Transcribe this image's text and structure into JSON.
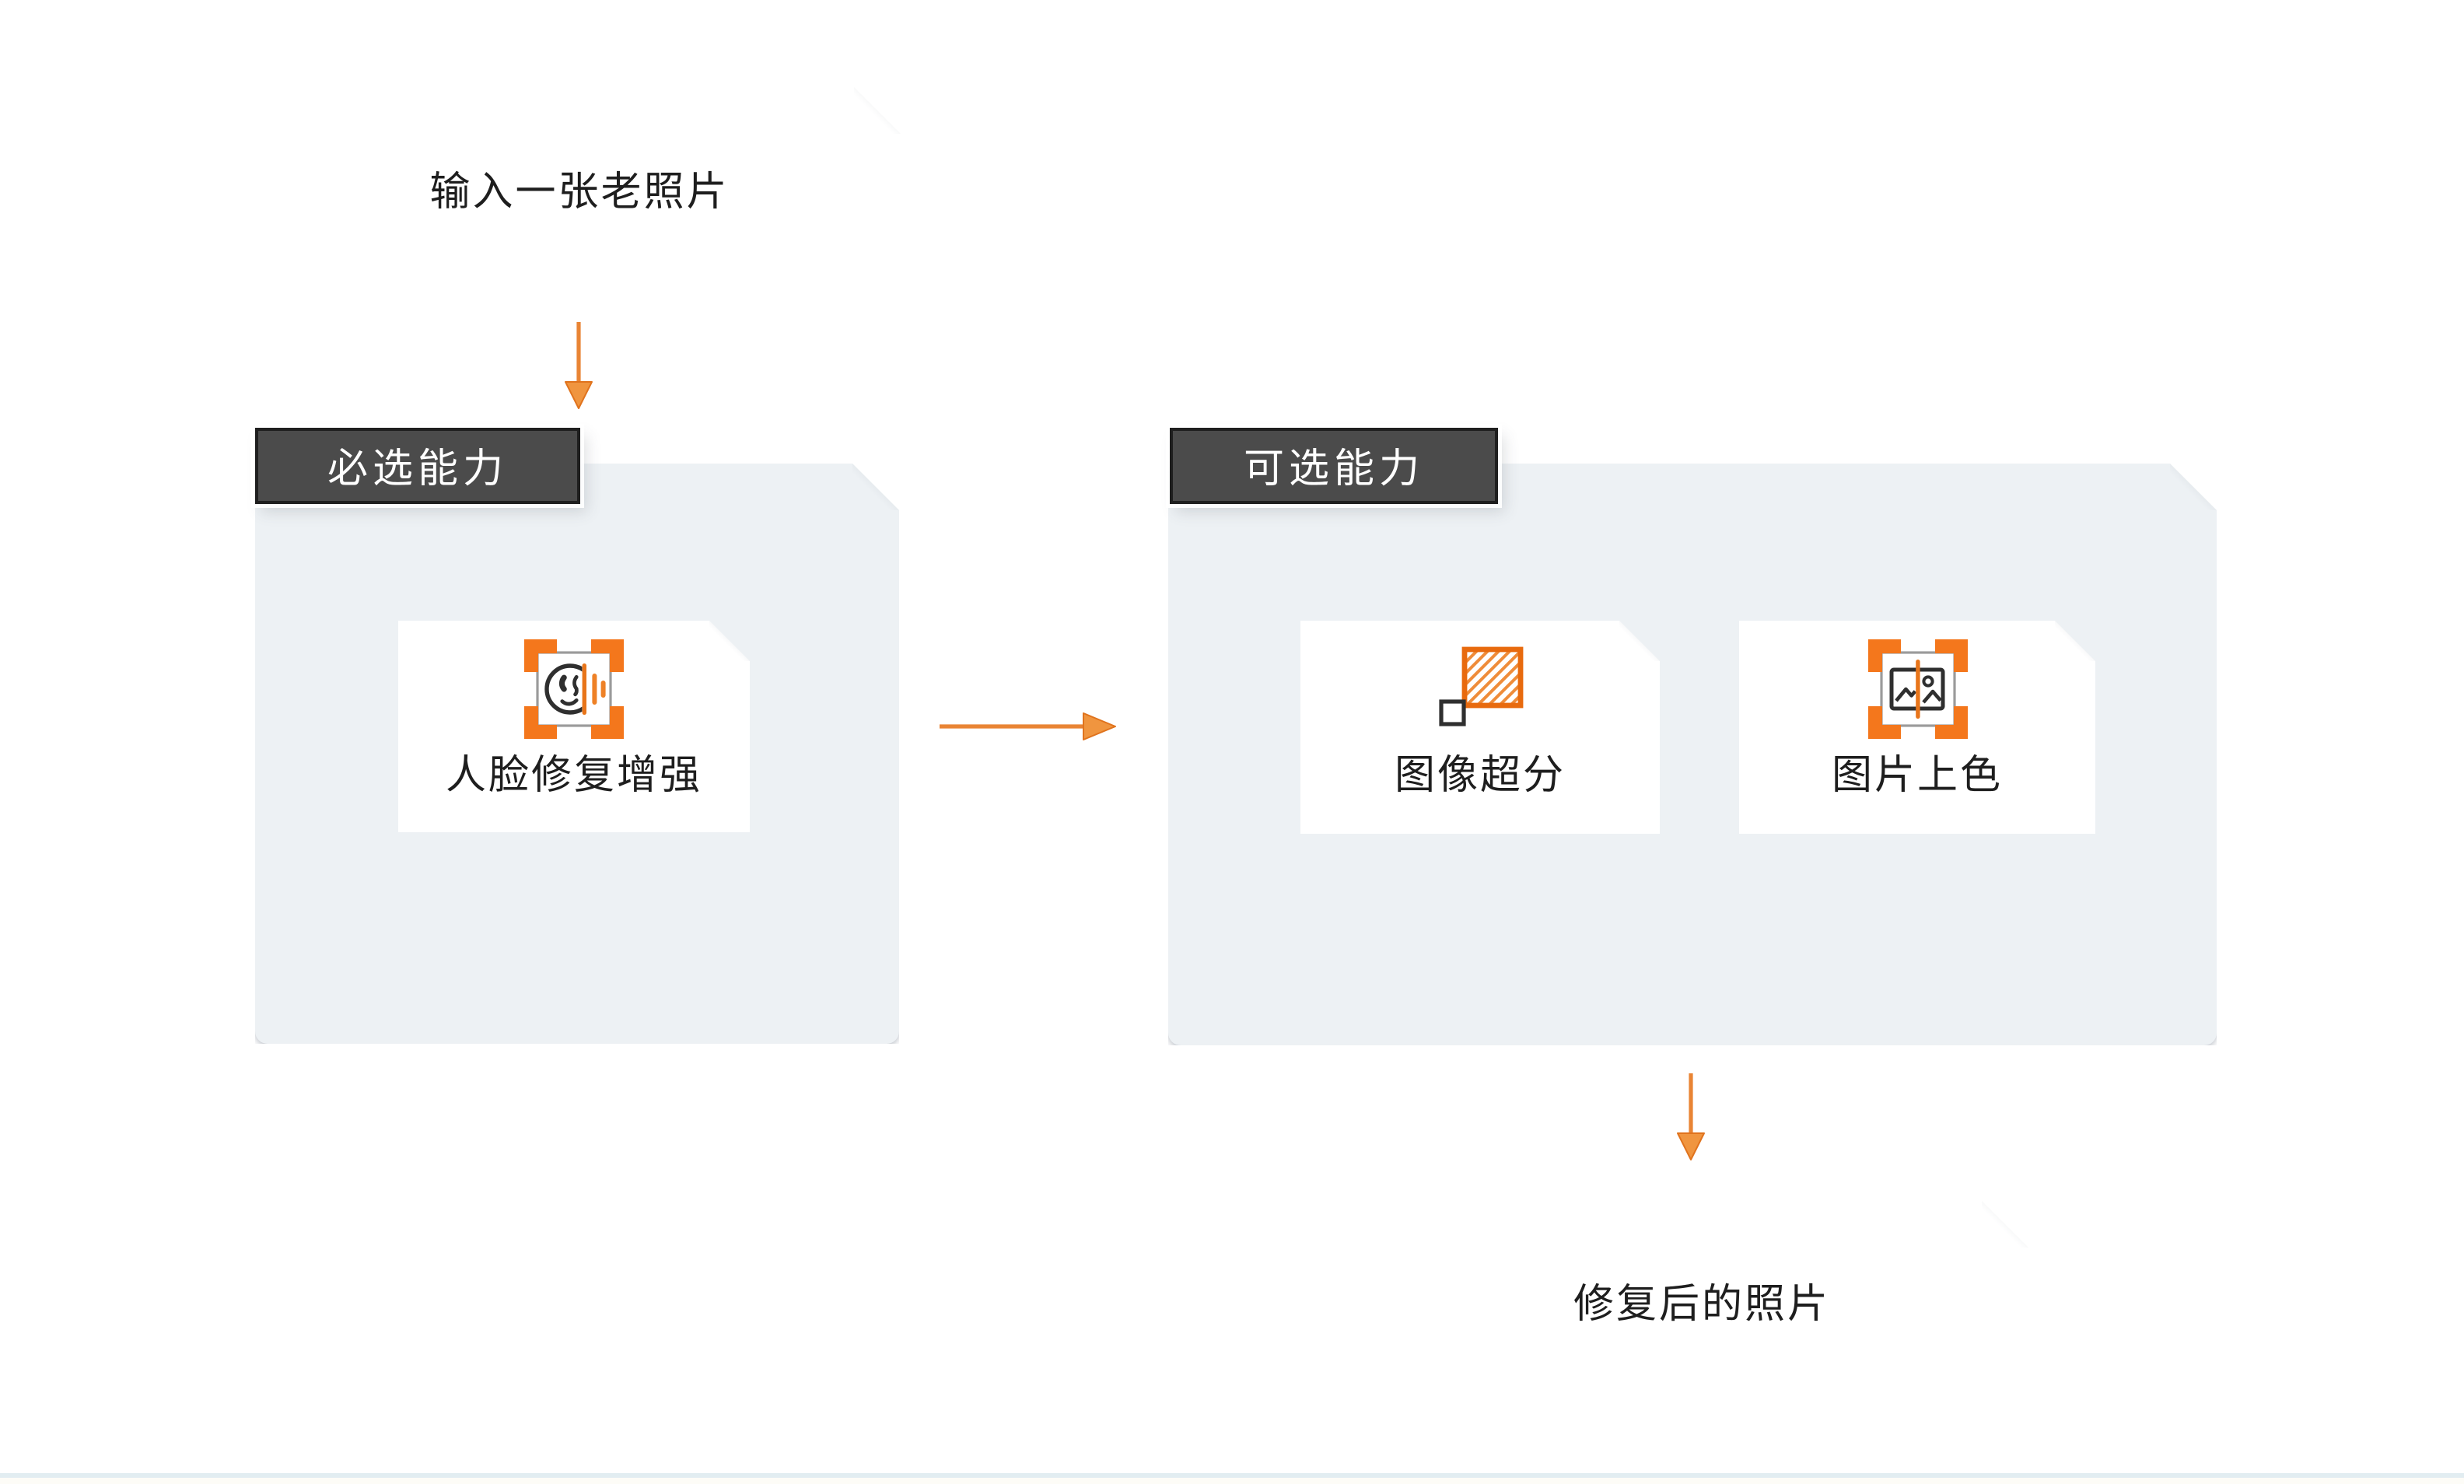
{
  "flow": {
    "input_card": {
      "label": "输入一张老照片"
    },
    "required_group": {
      "tag": "必选能力",
      "cards": [
        {
          "label": "人脸修复增强",
          "icon": "face-restore-icon"
        }
      ]
    },
    "optional_group": {
      "tag": "可选能力",
      "cards": [
        {
          "label": "图像超分",
          "icon": "super-resolution-icon"
        },
        {
          "label": "图片上色",
          "icon": "colorize-icon"
        }
      ]
    },
    "output_card": {
      "label": "修复后的照片"
    },
    "edges": [
      {
        "from": "input_card",
        "to": "required_group",
        "direction": "down"
      },
      {
        "from": "required_group",
        "to": "optional_group",
        "direction": "right"
      },
      {
        "from": "optional_group",
        "to": "output_card",
        "direction": "down"
      }
    ],
    "colors": {
      "arrow_line_orange": "#E98434",
      "arrowhead_orange": "#F0953F",
      "icon_bracket_orange": "#F4771C",
      "icon_divider_orange": "#E8751A",
      "icon_line_gray": "#3B3B3B",
      "tag_background": "#4B4B4B",
      "tag_text": "#FFFFFF",
      "group_background": "#EDF1F4",
      "card_background": "#FFFFFF",
      "text": "#1E1E1E",
      "footer_line": "#E2EDF1"
    }
  }
}
